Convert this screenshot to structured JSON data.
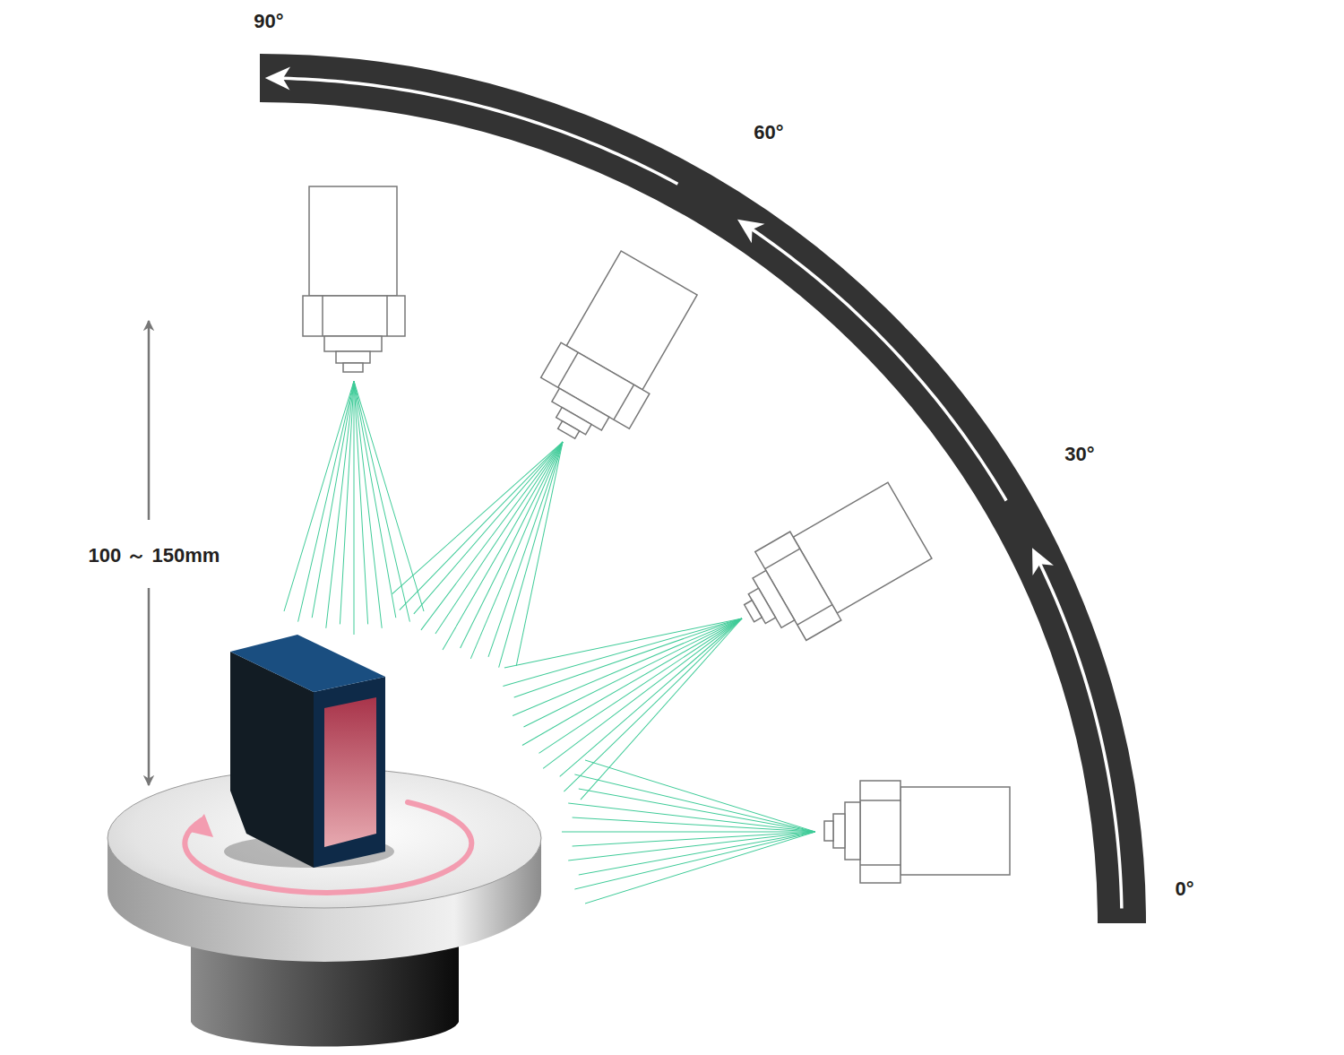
{
  "diagram": {
    "labels": [
      "90°",
      "60°",
      "30°",
      "0°",
      "100 ～ 150mm"
    ]
  }
}
